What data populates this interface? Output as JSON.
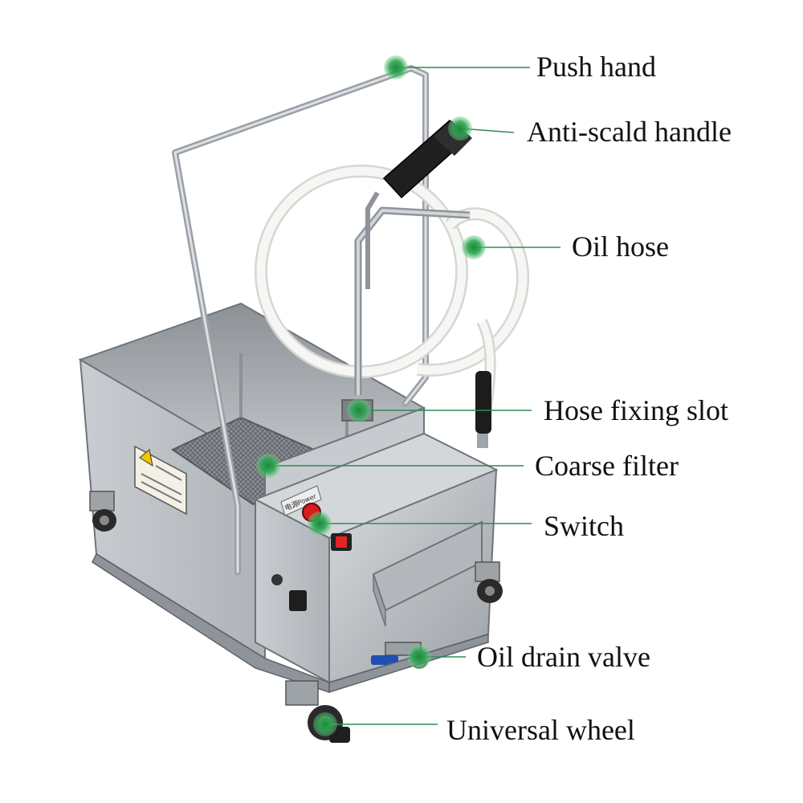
{
  "colors": {
    "accent": "#1e8f3e",
    "leader_line": "#2e8b57",
    "steel": "#b8bcc0",
    "hose": "#f4f4f2"
  },
  "labels": [
    {
      "id": "push-hand",
      "text": "Push hand"
    },
    {
      "id": "anti-scald-handle",
      "text": "Anti-scald handle"
    },
    {
      "id": "oil-hose",
      "text": "Oil hose"
    },
    {
      "id": "hose-fixing-slot",
      "text": "Hose fixing slot"
    },
    {
      "id": "coarse-filter",
      "text": "Coarse filter"
    },
    {
      "id": "switch",
      "text": "Switch"
    },
    {
      "id": "oil-drain-valve",
      "text": "Oil drain valve"
    },
    {
      "id": "universal-wheel",
      "text": "Universal wheel"
    }
  ],
  "panel": {
    "label_cn": "电源",
    "label_en": "Power"
  }
}
